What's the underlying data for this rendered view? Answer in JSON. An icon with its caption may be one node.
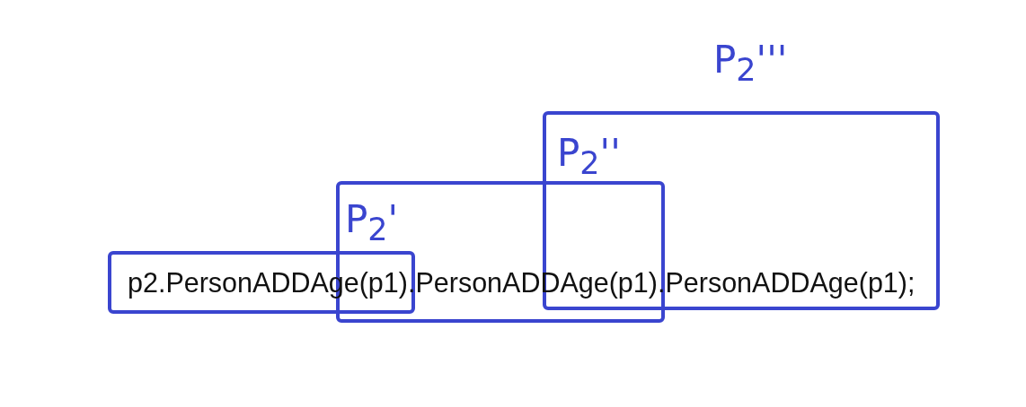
{
  "diagram": {
    "nodes": [
      {
        "text": [],
        "shape": "box"
      },
      {
        "text": [
          "P$_{2}$'"
        ]
      },
      {
        "text": [
          "P$_{2}$'''",
          "P$_{2}$''"
        ]
      }
    ],
    "labels": [
      "p2.PersonADDAge(p1).PersonADDAge(p1).PersonADDAge(p1);"
    ]
  }
}
